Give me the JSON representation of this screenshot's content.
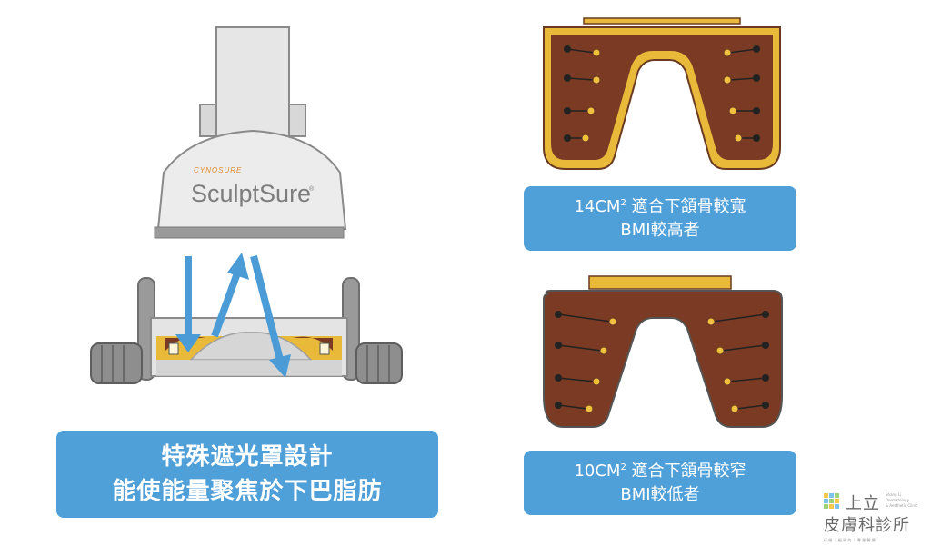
{
  "device": {
    "brand": "CYNOSURE",
    "product": "SculptSure",
    "trademark": "®"
  },
  "feature_text": {
    "line1": "特殊遮光罩設計",
    "line2": "能使能量聚焦於下巴脂肪"
  },
  "applicator_large": {
    "size_prefix": "14CM",
    "size_exp": "2",
    "size_desc": "適合下頷骨較寬",
    "bmi_text": "BMI較高者"
  },
  "applicator_small": {
    "size_prefix": "10CM",
    "size_exp": "2",
    "size_desc": "適合下頷骨較窄",
    "bmi_text": "BMI較低者"
  },
  "clinic_logo": {
    "line1": "上立",
    "line2": "皮膚科診所",
    "en_line1": "Shang Li",
    "en_line2": "Dermatology",
    "en_line3": "& Aesthetic Clinic",
    "slogan": "仔  細  ｜  細  致  的    ｜    專  業  醫  療"
  },
  "colors": {
    "box_blue": "#4f9fd8",
    "arrow_blue": "#4a9bd6",
    "pad_brown": "#7a3a23",
    "pad_gold": "#e9b93a",
    "device_gray": "#e3e3e3",
    "brand_orange": "#e08a2c"
  }
}
